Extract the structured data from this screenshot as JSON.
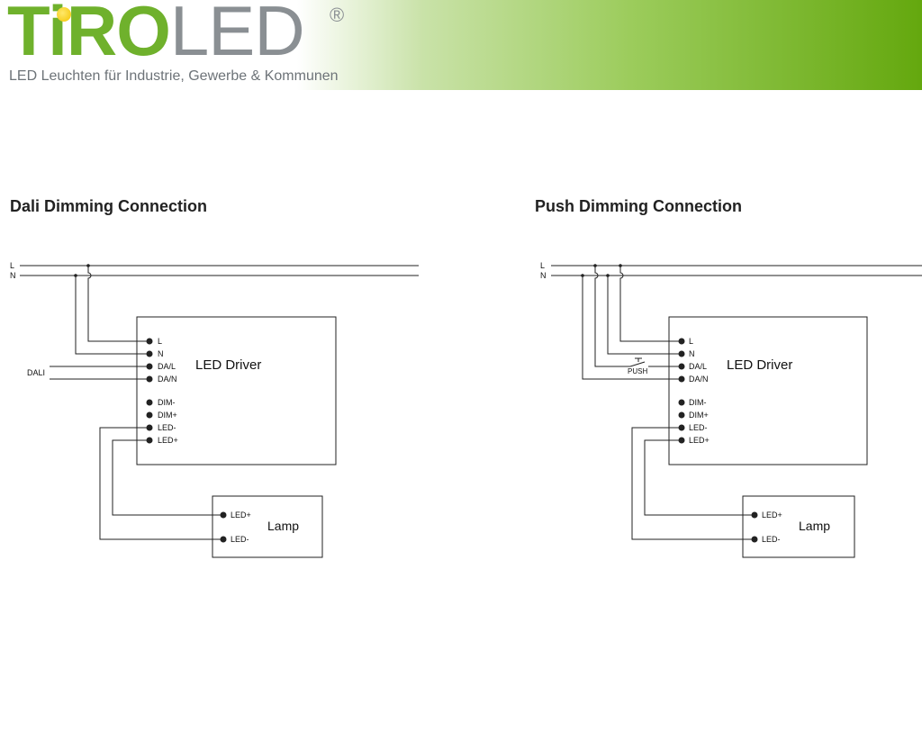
{
  "header": {
    "logo_ti": "Ti",
    "logo_ro": "RO",
    "logo_led": "LED",
    "registered": "®",
    "tagline": "LED Leuchten für Industrie, Gewerbe & Kommunen",
    "colors": {
      "green": "#6fb12c",
      "gray": "#8a8f93",
      "sun": "#f3c400",
      "banner_end": "#64a80e"
    }
  },
  "dali": {
    "title": "Dali Dimming Connection",
    "line_L": "L",
    "line_N": "N",
    "dali_label": "DALI",
    "driver_label": "LED Driver",
    "driver_terminals": [
      "L",
      "N",
      "DA/L",
      "DA/N",
      "DIM-",
      "DIM+",
      "LED-",
      "LED+"
    ],
    "lamp_label": "Lamp",
    "lamp_terminals": [
      "LED+",
      "LED-"
    ]
  },
  "push": {
    "title": "Push Dimming Connection",
    "line_L": "L",
    "line_N": "N",
    "push_label": "PUSH",
    "driver_label": "LED Driver",
    "driver_terminals": [
      "L",
      "N",
      "DA/L",
      "DA/N",
      "DIM-",
      "DIM+",
      "LED-",
      "LED+"
    ],
    "lamp_label": "Lamp",
    "lamp_terminals": [
      "LED+",
      "LED-"
    ]
  }
}
